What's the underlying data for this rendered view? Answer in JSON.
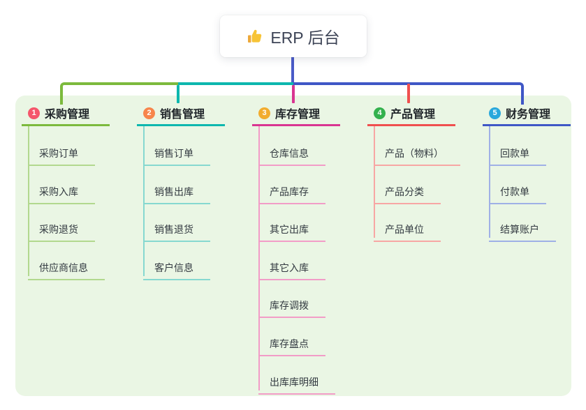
{
  "canvas": {
    "panel_bg": "#eaf6e4"
  },
  "root": {
    "title": "ERP 后台",
    "icon": "thumbs-up-icon",
    "line_color": "#4a5bc8"
  },
  "branches": [
    {
      "badge": "1",
      "title": "采购管理",
      "color": "#7cba3d",
      "light_color": "#b2d88e",
      "badge_color": "#f5566b",
      "children": [
        "采购订单",
        "采购入库",
        "采购退货",
        "供应商信息"
      ]
    },
    {
      "badge": "2",
      "title": "销售管理",
      "color": "#0db7ae",
      "light_color": "#86d8d0",
      "badge_color": "#f7854b",
      "children": [
        "销售订单",
        "销售出库",
        "销售退货",
        "客户信息"
      ]
    },
    {
      "badge": "3",
      "title": "库存管理",
      "color": "#d93591",
      "light_color": "#f29cc7",
      "badge_color": "#f2ac2e",
      "children": [
        "仓库信息",
        "产品库存",
        "其它出库",
        "其它入库",
        "库存调拨",
        "库存盘点",
        "出库库明细"
      ]
    },
    {
      "badge": "4",
      "title": "产品管理",
      "color": "#f0504f",
      "light_color": "#f7a6a4",
      "badge_color": "#33b14d",
      "children": [
        "产品（物料）",
        "产品分类",
        "产品单位"
      ]
    },
    {
      "badge": "5",
      "title": "财务管理",
      "color": "#3f57c6",
      "light_color": "#9fb0e6",
      "badge_color": "#29a8dc",
      "children": [
        "回款单",
        "付款单",
        "结算账户"
      ]
    }
  ]
}
